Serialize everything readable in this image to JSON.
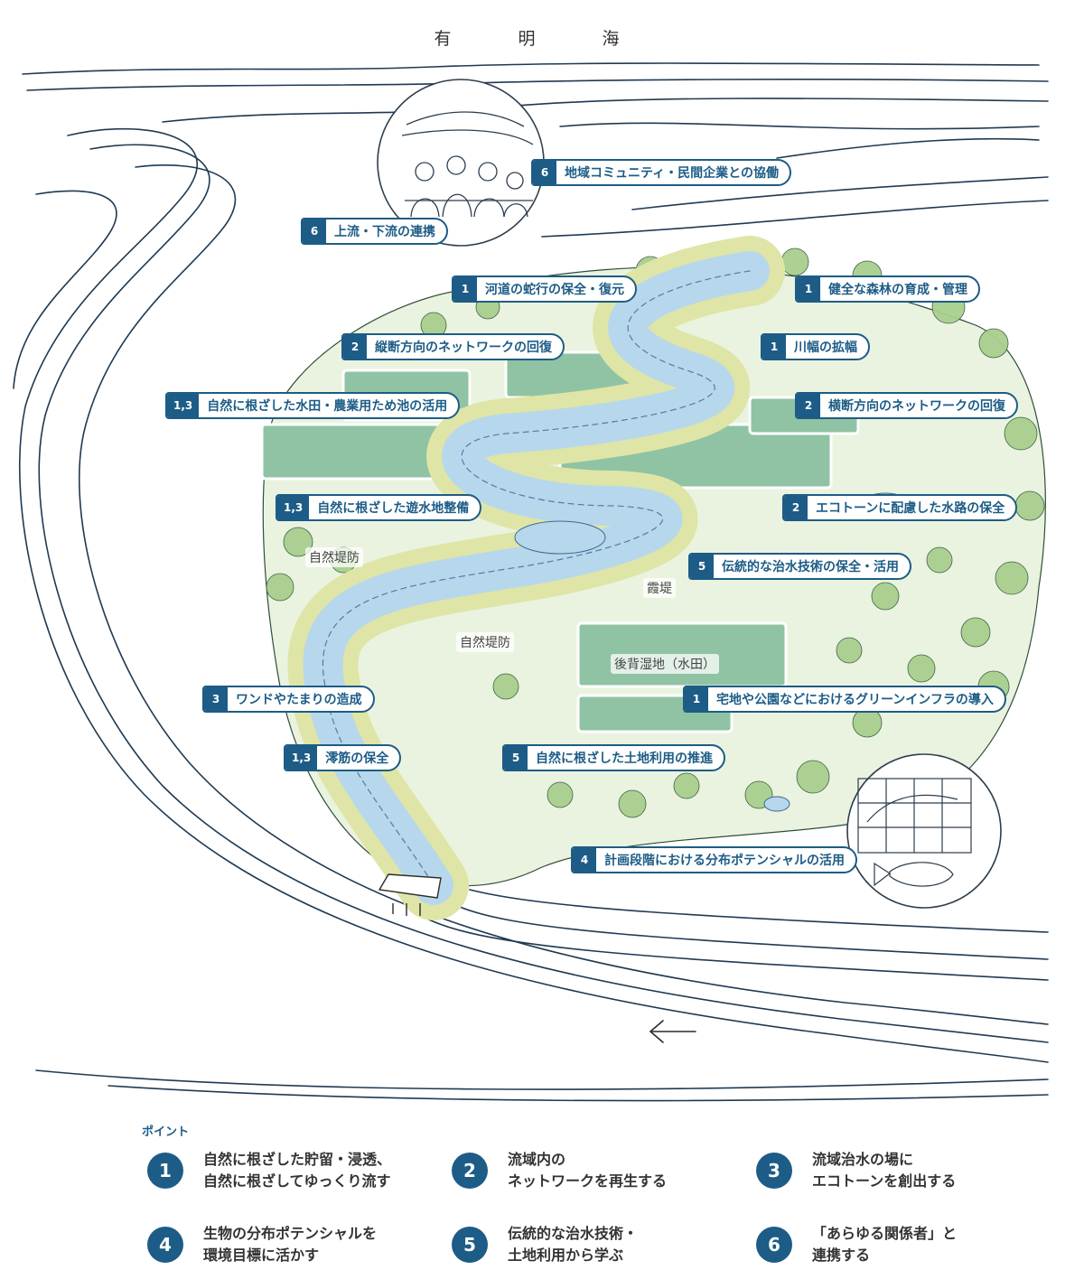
{
  "map": {
    "sea_label": "有 明 海",
    "labels": {
      "natural_levee_left": "自然堤防",
      "natural_levee_center": "自然堤防",
      "kasumi_levee": "霞堤",
      "back_marsh": "後背湿地（水田）"
    }
  },
  "callouts": [
    {
      "num": "6",
      "text": "地域コミュニティ・民間企業との協働"
    },
    {
      "num": "6",
      "text": "上流・下流の連携"
    },
    {
      "num": "1",
      "text": "河道の蛇行の保全・復元"
    },
    {
      "num": "1",
      "text": "健全な森林の育成・管理"
    },
    {
      "num": "2",
      "text": "縦断方向のネットワークの回復"
    },
    {
      "num": "1",
      "text": "川幅の拡幅"
    },
    {
      "num": "1,3",
      "text": "自然に根ざした水田・農業用ため池の活用"
    },
    {
      "num": "2",
      "text": "横断方向のネットワークの回復"
    },
    {
      "num": "1,3",
      "text": "自然に根ざした遊水地整備"
    },
    {
      "num": "2",
      "text": "エコトーンに配慮した水路の保全"
    },
    {
      "num": "5",
      "text": "伝統的な治水技術の保全・活用"
    },
    {
      "num": "3",
      "text": "ワンドやたまりの造成"
    },
    {
      "num": "1",
      "text": "宅地や公園などにおけるグリーンインフラの導入"
    },
    {
      "num": "1,3",
      "text": "澪筋の保全"
    },
    {
      "num": "5",
      "text": "自然に根ざした土地利用の推進"
    },
    {
      "num": "4",
      "text": "計画段階における分布ポテンシャルの活用"
    }
  ],
  "legend": {
    "title": "ポイント",
    "points": [
      {
        "num": "1",
        "line1": "自然に根ざした貯留・浸透、",
        "line2": "自然に根ざしてゆっくり流す"
      },
      {
        "num": "2",
        "line1": "流域内の",
        "line2": "ネットワークを再生する"
      },
      {
        "num": "3",
        "line1": "流域治水の場に",
        "line2": "エコトーンを創出する"
      },
      {
        "num": "4",
        "line1": "生物の分布ポテンシャルを",
        "line2": "環境目標に活かす"
      },
      {
        "num": "5",
        "line1": "伝統的な治水技術・",
        "line2": "土地利用から学ぶ"
      },
      {
        "num": "6",
        "line1": "「あらゆる関係者」と",
        "line2": "連携する"
      }
    ]
  },
  "colors": {
    "accent": "#1d5c86",
    "river": "#b7d7ec",
    "field": "#8fc3a4",
    "forest": "#a9cf8e",
    "sand": "#dfe5a6"
  }
}
